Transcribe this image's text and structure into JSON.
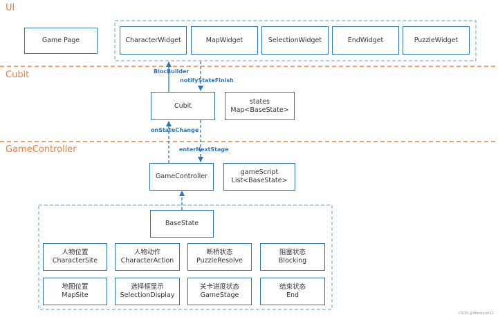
{
  "layers": {
    "ui": "UI",
    "cubit": "Cubit",
    "game_controller": "GameController"
  },
  "ui_boxes": {
    "game_page": "Game Page",
    "character_widget": "CharacterWidget",
    "map_widget": "MapWidget",
    "selection_widget": "SelectionWidget",
    "end_widget": "EndWidget",
    "puzzle_widget": "PuzzleWidget"
  },
  "cubit_boxes": {
    "cubit": "Cubit",
    "states_line1": "states",
    "states_line2": "Map<BaseState>"
  },
  "controller_boxes": {
    "game_controller": "GameController",
    "script_line1": "gameScript",
    "script_line2": "List<BaseState>"
  },
  "arrows": {
    "bloc_builder": "BlocBuilder",
    "notify_state_finish": "notifyStateFinish",
    "on_state_change": "onStateChange",
    "enter_next_stage": "enterNextStage"
  },
  "base_state": "BaseState",
  "states": [
    {
      "cn": "人物位置",
      "en": "CharacterSite"
    },
    {
      "cn": "人物动作",
      "en": "CharacterAction"
    },
    {
      "cn": "断桥状态",
      "en": "PuzzleResolve"
    },
    {
      "cn": "阻塞状态",
      "en": "Blocking"
    },
    {
      "cn": "地图位置",
      "en": "MapSite"
    },
    {
      "cn": "选择框显示",
      "en": "SelectionDisplay"
    },
    {
      "cn": "关卡进度状态",
      "en": "GameStage"
    },
    {
      "cn": "结束状态",
      "en": "End"
    }
  ],
  "watermark": "CSDN @Wanderer11",
  "colors": {
    "box_border": "#2e75b6",
    "layer_divider": "#ed7d31",
    "arrow": "#2e75b6"
  }
}
